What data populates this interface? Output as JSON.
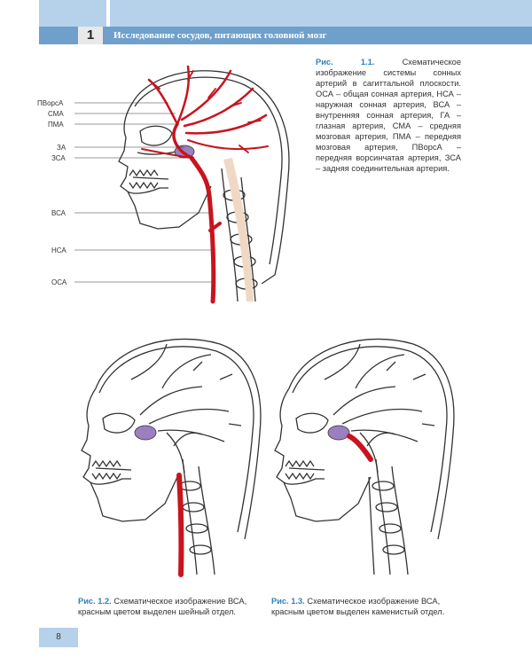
{
  "header": {
    "chapter_number": "1",
    "title": "Исследование сосудов, питающих головной мозг"
  },
  "figure1": {
    "caption_label": "Рис. 1.1.",
    "caption_text": "Схематическое изображение системы сонных артерий в сагиттальной плоскости. ОСА – общая сонная артерия, НСА – наружная сонная артерия, ВСА – внутренняя сонная артерия, ГА – глазная артерия, СМА – средняя мозговая артерия, ПМА – передняя мозговая артерия, ПВорсА – передняя ворсинчатая артерия, ЗСА – задняя соединительная артерия.",
    "labels": [
      "ПВорсА",
      "СМА",
      "ПМА",
      "ЗА",
      "ЗСА",
      "ВСА",
      "НСА",
      "ОСА"
    ]
  },
  "figure2": {
    "caption_label": "Рис. 1.2.",
    "caption_text": "Схематическое изображение ВСА, красным цветом выделен шейный отдел."
  },
  "figure3": {
    "caption_label": "Рис. 1.3.",
    "caption_text": "Схематическое изображение ВСА, красным цветом выделен каменистый отдел."
  },
  "page_number": "8",
  "colors": {
    "header_light": "#b5d2ea",
    "header_dark": "#6f9fcb",
    "artery_red": "#c8141e",
    "sinus_purple": "#9b7fc0",
    "caption_blue": "#2f7fbf"
  }
}
